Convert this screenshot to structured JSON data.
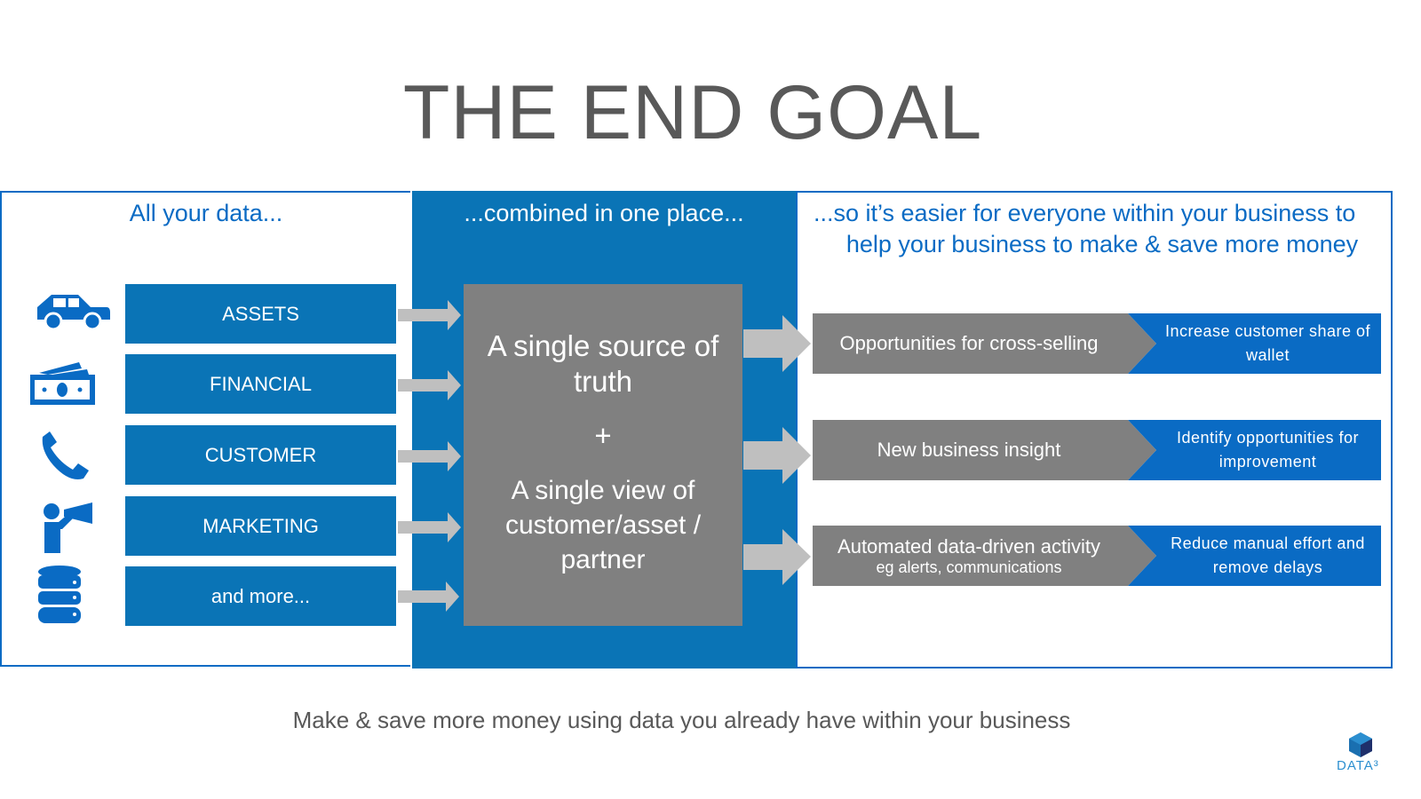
{
  "title": "THE END GOAL",
  "left": {
    "heading": "All your data...",
    "items": [
      {
        "label": "ASSETS",
        "icon": "car-icon"
      },
      {
        "label": "FINANCIAL",
        "icon": "money-icon"
      },
      {
        "label": "CUSTOMER",
        "icon": "phone-icon"
      },
      {
        "label": "MARKETING",
        "icon": "megaphone-icon"
      },
      {
        "label": "and more...",
        "icon": "database-icon"
      }
    ]
  },
  "middle": {
    "heading": "...combined in one place...",
    "line1": "A single source of truth",
    "plus": "+",
    "line2": "A single view of customer/asset / partner"
  },
  "right": {
    "heading1": "...so it’s easier for everyone within your business to",
    "heading2": "help your business to make & save more money",
    "rows": [
      {
        "benefit": "Opportunities for cross-selling",
        "sub": "",
        "outcome": "Increase customer share of wallet"
      },
      {
        "benefit": "New business insight",
        "sub": "",
        "outcome": "Identify opportunities for improvement"
      },
      {
        "benefit": "Automated data-driven activity",
        "sub": "eg alerts, communications",
        "outcome": "Reduce manual effort and remove delays"
      }
    ]
  },
  "footer": "Make & save more money using data you already have within your business",
  "logo": "DATA³",
  "colors": {
    "blue": "#0a74b6",
    "grey": "#808080",
    "title": "#595959"
  }
}
